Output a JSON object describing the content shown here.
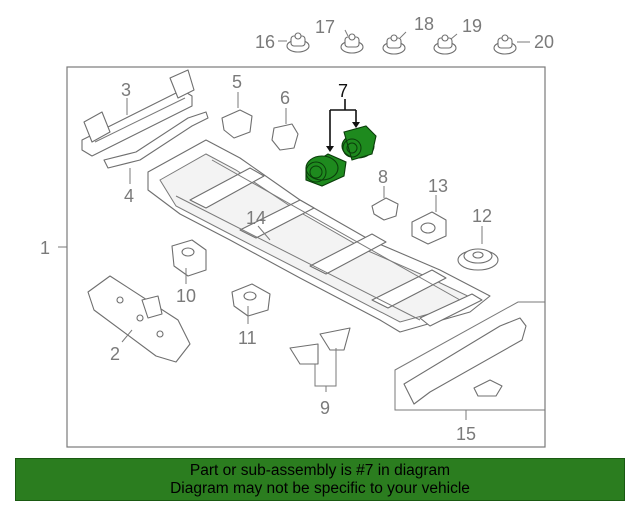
{
  "colors": {
    "highlight": "#1e8a1e",
    "banner": "#2b7d1f",
    "line": "#7a7a7a"
  },
  "callouts": {
    "c1": "1",
    "c2": "2",
    "c3": "3",
    "c4": "4",
    "c5": "5",
    "c6": "6",
    "c7": "7",
    "c8": "8",
    "c9": "9",
    "c10": "10",
    "c11": "11",
    "c12": "12",
    "c13": "13",
    "c14": "14",
    "c15": "15",
    "c16": "16",
    "c17": "17",
    "c18": "18",
    "c19": "19",
    "c20": "20"
  },
  "banner": {
    "line1": "Part or sub-assembly is #7 in diagram",
    "line2": "Diagram may not be specific to your vehicle"
  }
}
